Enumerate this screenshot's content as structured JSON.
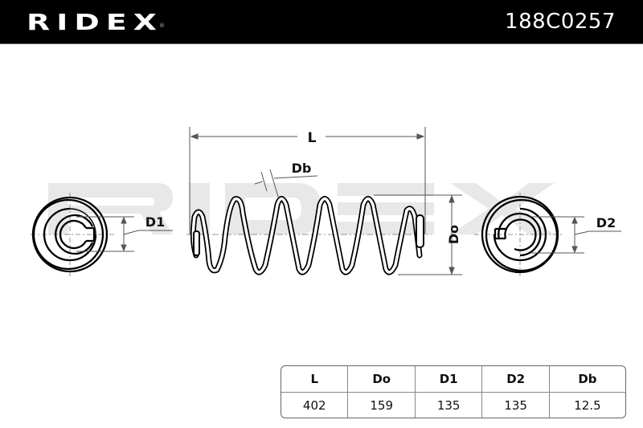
{
  "header": {
    "brand": "RIDEX",
    "brand_registered_mark": "®",
    "part_number": "188C0257"
  },
  "diagram": {
    "labels": {
      "length": "L",
      "bar_diameter": "Db",
      "outer_diameter": "Do",
      "end_diameter_1": "D1",
      "end_diameter_2": "D2"
    },
    "watermark": "RIDEX"
  },
  "spec_table": {
    "columns": [
      "L",
      "Do",
      "D1",
      "D2",
      "Db"
    ],
    "values": [
      "402",
      "159",
      "135",
      "135",
      "12.5"
    ]
  },
  "colors": {
    "header_bg": "#000000",
    "header_text": "#ffffff",
    "line": "#000000",
    "dimension_line": "#555555",
    "watermark": "#e6e6e6"
  }
}
